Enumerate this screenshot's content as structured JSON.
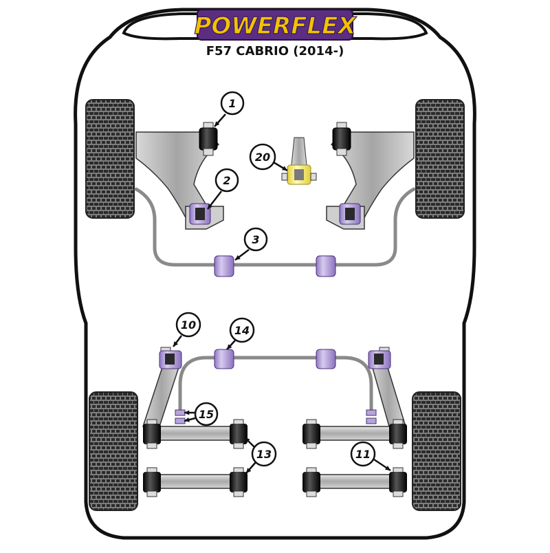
{
  "brand": {
    "logo_text": "POWERFLEX",
    "logo_colors": {
      "fill": "#f2c300",
      "stroke": "#3a1b5a",
      "panel": "#5b2e82"
    }
  },
  "model": {
    "title": "F57 CABRIO (2014-)"
  },
  "callouts": [
    {
      "id": "c1",
      "label": "1"
    },
    {
      "id": "c2",
      "label": "2"
    },
    {
      "id": "c3",
      "label": "3"
    },
    {
      "id": "c20",
      "label": "20"
    },
    {
      "id": "c10",
      "label": "10"
    },
    {
      "id": "c14",
      "label": "14"
    },
    {
      "id": "c15",
      "label": "15"
    },
    {
      "id": "c13",
      "label": "13"
    },
    {
      "id": "c11",
      "label": "11"
    }
  ],
  "colors": {
    "bush_purple": "#b7a4d8",
    "bush_black": "#1c1c1c",
    "bush_yellow": "#f6ee7a",
    "metal": "#b8b8b8",
    "body_outline": "#111111",
    "tyre": "#9c9c9c"
  }
}
